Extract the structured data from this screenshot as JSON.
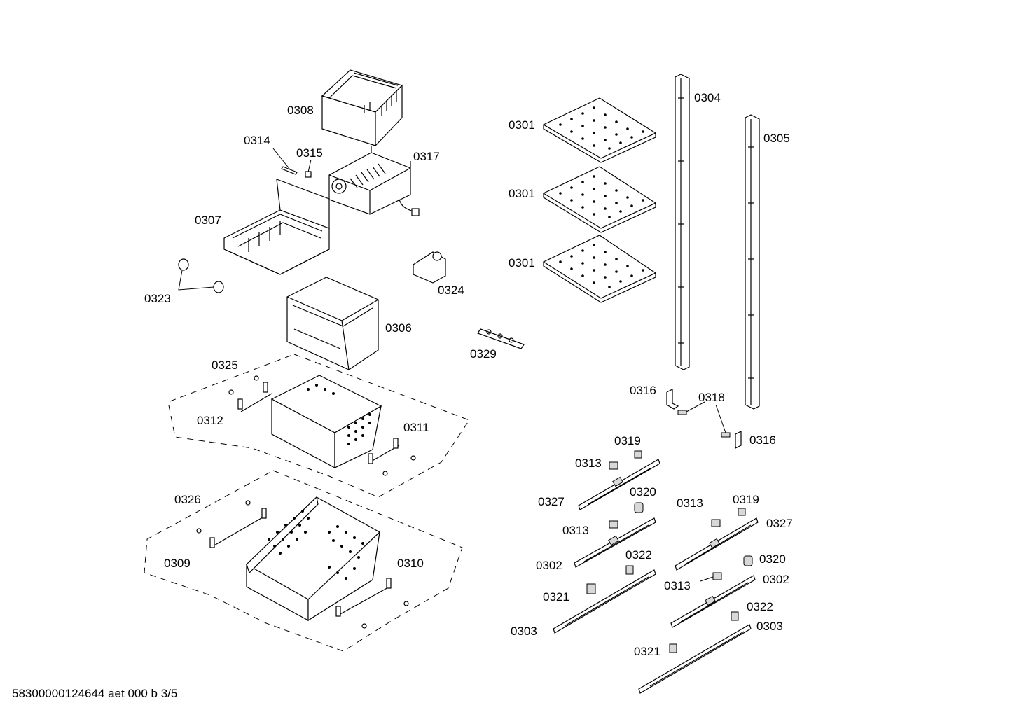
{
  "labels": {
    "l0308": "0308",
    "l0314": "0314",
    "l0315": "0315",
    "l0317": "0317",
    "l0307": "0307",
    "l0323": "0323",
    "l0324": "0324",
    "l0306": "0306",
    "l0329": "0329",
    "l0325": "0325",
    "l0312": "0312",
    "l0311": "0311",
    "l0326": "0326",
    "l0309": "0309",
    "l0310": "0310",
    "l0301a": "0301",
    "l0301b": "0301",
    "l0301c": "0301",
    "l0304": "0304",
    "l0305": "0305",
    "l0316a": "0316",
    "l0318": "0318",
    "l0316b": "0316",
    "l0319a": "0319",
    "l0313a": "0313",
    "l0327a": "0327",
    "l0320a": "0320",
    "l0313b": "0313",
    "l0302a": "0302",
    "l0322a": "0322",
    "l0321a": "0321",
    "l0303a": "0303",
    "l0313c": "0313",
    "l0319b": "0319",
    "l0327b": "0327",
    "l0320b": "0320",
    "l0313d": "0313",
    "l0302b": "0302",
    "l0322b": "0322",
    "l0303b": "0303",
    "l0321b": "0321"
  },
  "footer": "58300000124644 aet 000 b 3/5"
}
